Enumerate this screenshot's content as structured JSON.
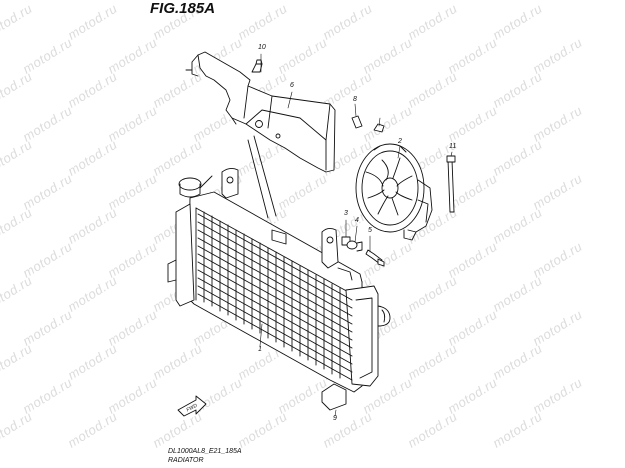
{
  "figure": {
    "title": "FIG.185A",
    "code": "DL1000AL8_E21_185A",
    "name": "RADIATOR"
  },
  "watermark": "motod.ru",
  "callouts": [
    "1",
    "2",
    "3",
    "4",
    "5",
    "6",
    "8",
    "9",
    "10",
    "11"
  ],
  "front_arrow": "FWD"
}
